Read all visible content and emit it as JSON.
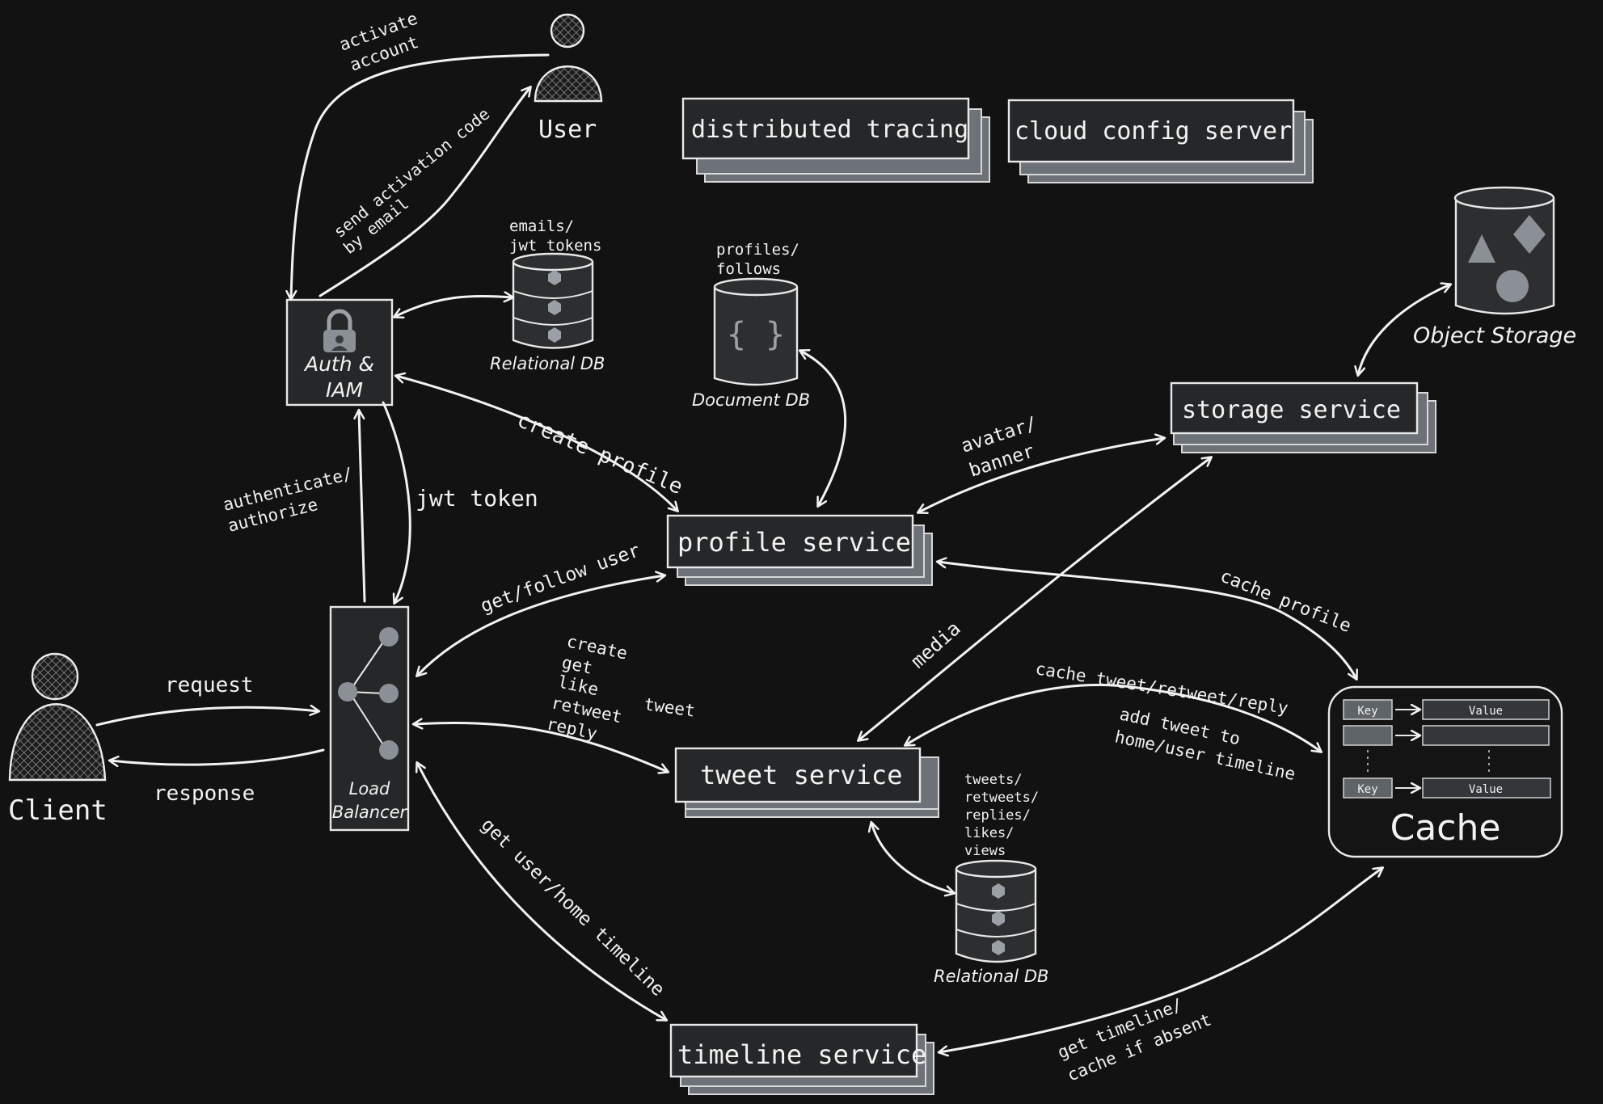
{
  "diagram": {
    "actors": {
      "user": "User",
      "client": "Client"
    },
    "components": {
      "auth": {
        "line1": "Auth &",
        "line2": "IAM"
      },
      "load_balancer": {
        "line1": "Load",
        "line2": "Balancer"
      },
      "distributed_tracing": "distributed tracing",
      "cloud_config": "cloud config server",
      "profile_service": "profile service",
      "tweet_service": "tweet service",
      "timeline_service": "timeline service",
      "storage_service": "storage service",
      "cache": "Cache"
    },
    "datastores": {
      "auth_db": {
        "label": "Relational DB",
        "note1": "emails/",
        "note2": "jwt tokens"
      },
      "document_db": {
        "label": "Document DB",
        "note1": "profiles/",
        "note2": "follows",
        "glyph": "{ }"
      },
      "tweet_db": {
        "label": "Relational DB",
        "notes": [
          "tweets/",
          "retweets/",
          "replies/",
          "likes/",
          "views"
        ]
      },
      "object_storage": {
        "label": "Object Storage"
      }
    },
    "cache_rows": {
      "key": "Key",
      "value": "Value"
    },
    "edges": {
      "activate1": "activate",
      "activate2": "account",
      "send1": "send activation code",
      "send2": "by email",
      "create_profile": "create profile",
      "auth1": "authenticate/",
      "auth2": "authorize",
      "jwt": "jwt token",
      "request": "request",
      "response": "response",
      "get_follow": "get/follow user",
      "tweet_ops": [
        "create",
        "get",
        "like",
        "retweet",
        "reply"
      ],
      "tweet_word": "tweet",
      "get_timeline": "get user/home timeline",
      "avatar1": "avatar/",
      "avatar2": "banner",
      "media": "media",
      "cache_profile": "cache profile",
      "cache_tweet": "cache tweet/retweet/reply",
      "add_tweet1": "add tweet to",
      "add_tweet2": "home/user timeline",
      "timeline_cache1": "get timeline/",
      "timeline_cache2": "cache if absent"
    }
  }
}
